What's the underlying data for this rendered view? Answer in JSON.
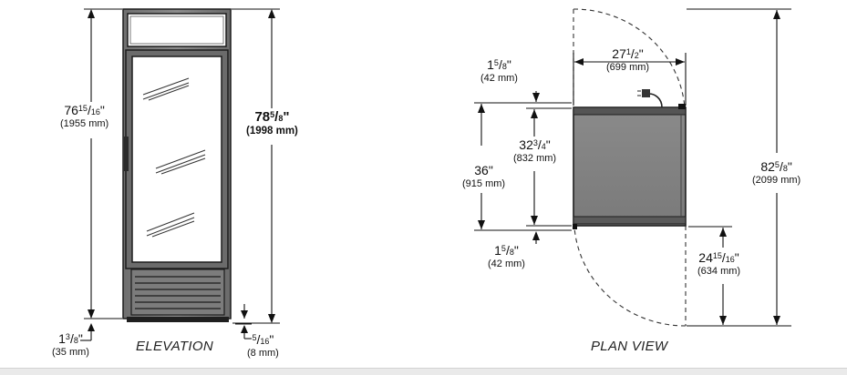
{
  "elevation": {
    "caption": "ELEVATION",
    "dims": {
      "overall_height": {
        "whole": "76",
        "num": "15",
        "den": "16",
        "unit": "\"",
        "mm": "(1955 mm)"
      },
      "height_with_legs": {
        "whole": "78",
        "num": "5",
        "den": "8",
        "unit": "\"",
        "mm": "(1998 mm)"
      },
      "leg_height": {
        "whole": "1",
        "num": "3",
        "den": "8",
        "unit": "\"",
        "mm": "(35 mm)"
      },
      "leg_offset": {
        "whole": "",
        "num": "5",
        "den": "16",
        "unit": "\"",
        "mm": "(8 mm)"
      }
    }
  },
  "plan": {
    "caption": "PLAN VIEW",
    "dims": {
      "width": {
        "whole": "27",
        "num": "1",
        "den": "2",
        "unit": "\"",
        "mm": "(699 mm)"
      },
      "rear_clearance": {
        "whole": "1",
        "num": "5",
        "den": "8",
        "unit": "\"",
        "mm": "(42 mm)"
      },
      "cabinet_depth": {
        "whole": "32",
        "num": "3",
        "den": "4",
        "unit": "\"",
        "mm": "(832 mm)"
      },
      "overall_depth": {
        "whole": "36",
        "num": "",
        "den": "",
        "unit": "\"",
        "mm": "(915 mm)"
      },
      "front_clearance": {
        "whole": "1",
        "num": "5",
        "den": "8",
        "unit": "\"",
        "mm": "(42 mm)"
      },
      "door_swing_depth": {
        "whole": "82",
        "num": "5",
        "den": "8",
        "unit": "\"",
        "mm": "(2099 mm)"
      },
      "door_swing_front": {
        "whole": "24",
        "num": "15",
        "den": "16",
        "unit": "\"",
        "mm": "(634 mm)"
      }
    }
  }
}
